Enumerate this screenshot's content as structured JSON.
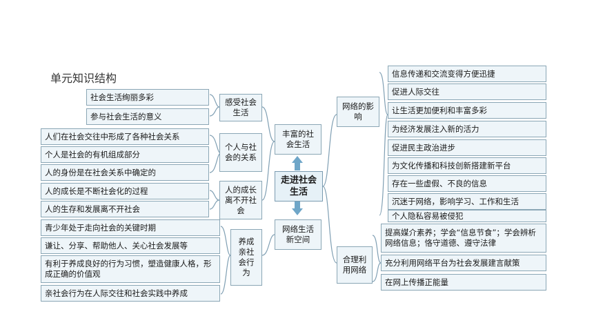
{
  "title": "单元知识结构",
  "center": "走进社会生活",
  "left_top": "丰富的社会生活",
  "left_bottom": "网络生活新空间",
  "branches": {
    "b1": {
      "label": "感受社会生活",
      "items": [
        "社会生活绚丽多彩",
        "参与社会生活的意义"
      ]
    },
    "b2": {
      "label": "个人与社会的关系",
      "items": [
        "人们在社会交往中形成了各种社会关系",
        "个人是社会的有机组成部分",
        "人的身份是在社会关系中确定的"
      ]
    },
    "b3": {
      "label": "人的成长离不开社会",
      "items": [
        "人的成长是不断社会化的过程",
        "人的生存和发展离不开社会"
      ]
    },
    "b4": {
      "label": "养成亲社会行为",
      "items": [
        "青少年处于走向社会的关键时期",
        "谦让、分享、帮助他人、关心社会发展等",
        "有利于养成良好的行为习惯，塑造健康人格，形成正确的价值观",
        "亲社会行为在人际交往和社会实践中养成"
      ]
    },
    "r1": {
      "label": "网络的影响",
      "items": [
        "信息传递和交流变得方便迅捷",
        "促进人际交往",
        "让生活更加便利和丰富多彩",
        "为经济发展注入新的活力",
        "促进民主政治进步",
        "为文化传播和科技创新搭建新平台",
        "存在一些虚假、不良的信息",
        "沉迷于网络，影响学习、工作和生活",
        "个人隐私容易被侵犯"
      ]
    },
    "r2": {
      "label": "合理利用网络",
      "items": [
        "提高媒介素养；学会“信息节食”；学会辨析网络信息；恪守道德、遵守法律",
        "充分利用网络平台为社会发展建言献策",
        "在网上传播正能量"
      ]
    }
  }
}
